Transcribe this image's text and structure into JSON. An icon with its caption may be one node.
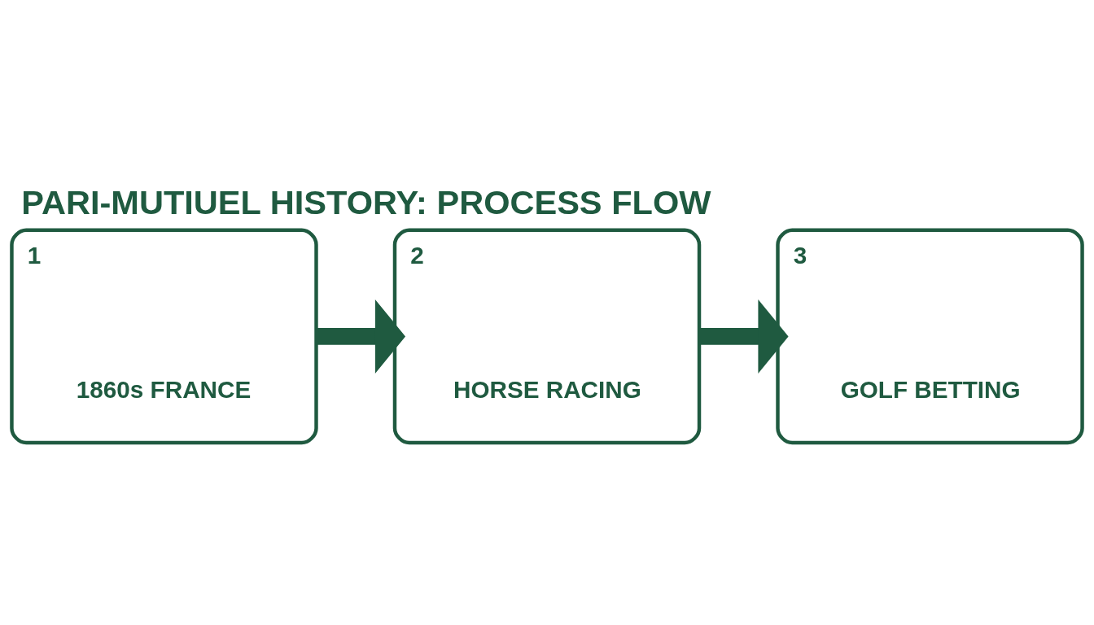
{
  "diagram": {
    "title": "PARI-MUTIUEL HISTORY: PROCESS FLOW",
    "nodes": [
      {
        "text": [
          "1",
          "1860s FRANCE"
        ]
      },
      {
        "text": [
          "2",
          "HORSE RACING"
        ]
      },
      {
        "text": [
          "3",
          "GOLF BETTING"
        ]
      }
    ],
    "edges": [
      {
        "from": 0,
        "to": 1,
        "arrow": "to"
      },
      {
        "from": 1,
        "to": 2,
        "arrow": "to"
      }
    ]
  }
}
